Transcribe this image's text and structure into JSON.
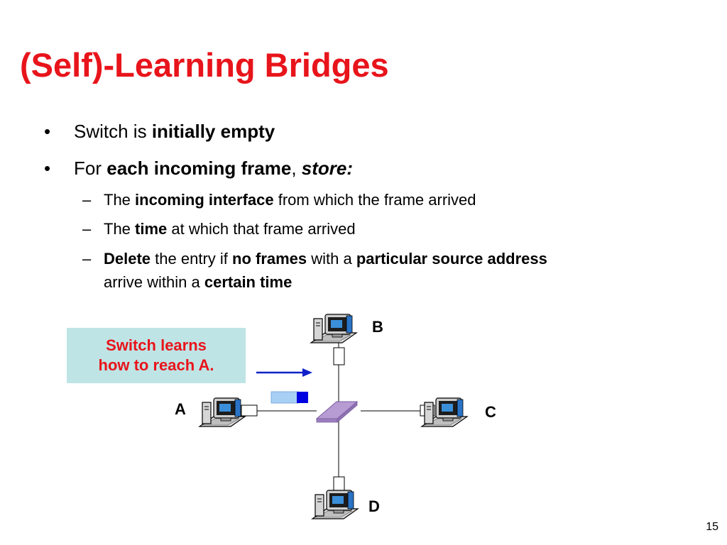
{
  "title": "(Self)-Learning Bridges",
  "bullets": [
    {
      "bullet": "•",
      "segments": [
        {
          "text": "Switch is "
        },
        {
          "text": "initially empty",
          "bold": true
        }
      ]
    },
    {
      "bullet": "•",
      "segments": [
        {
          "text": "For "
        },
        {
          "text": "each incoming frame",
          "bold": true
        },
        {
          "text": ", "
        },
        {
          "text": "store:",
          "bold": true,
          "italic": true
        }
      ]
    }
  ],
  "subbullets": [
    {
      "bullet": "–",
      "lines": [
        [
          {
            "text": "The "
          },
          {
            "text": "incoming interface",
            "bold": true
          },
          {
            "text": " from which the frame arrived"
          }
        ]
      ]
    },
    {
      "bullet": "–",
      "lines": [
        [
          {
            "text": "The "
          },
          {
            "text": "time",
            "bold": true
          },
          {
            "text": " at which that frame arrived"
          }
        ]
      ]
    },
    {
      "bullet": "–",
      "lines": [
        [
          {
            "text": "Delete",
            "bold": true
          },
          {
            "text": " the entry if "
          },
          {
            "text": "no frames",
            "bold": true
          },
          {
            "text": " with a "
          },
          {
            "text": "particular source address",
            "bold": true
          }
        ],
        [
          {
            "text": "arrive within a "
          },
          {
            "text": "certain time",
            "bold": true
          }
        ]
      ]
    }
  ],
  "callout": {
    "line1": "Switch learns",
    "line2": "how to reach A."
  },
  "nodes": {
    "a": "A",
    "b": "B",
    "c": "C",
    "d": "D"
  },
  "slide_number": "15",
  "icons": {
    "switch": "switch-icon",
    "host": "computer-icon",
    "frame": "frame-icon",
    "arrow": "arrow-right-icon"
  },
  "colors": {
    "title": "#e8141b",
    "callout_bg": "#bfe4e5",
    "callout_text": "#e8141b",
    "switch": "#b79bd3",
    "arrow": "#1020c8",
    "frame_light": "#a8d0f5",
    "frame_dark": "#0000e0"
  }
}
